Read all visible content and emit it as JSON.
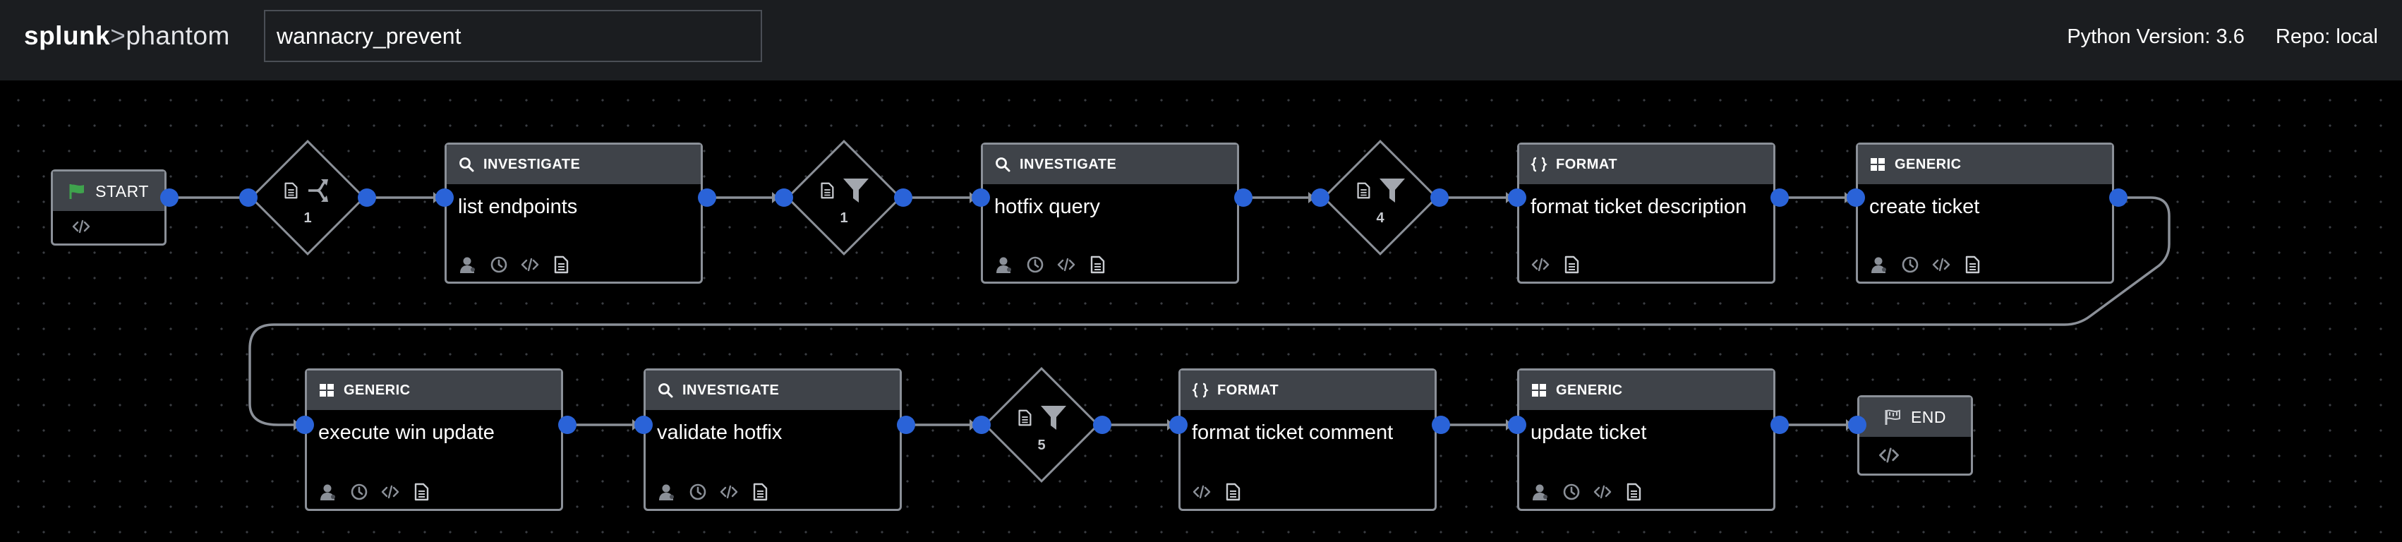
{
  "header": {
    "logo_bold": "splunk",
    "logo_sep": ">",
    "logo_light": "phantom",
    "playbook_name": "wannacry_prevent",
    "python_version": "Python Version: 3.6",
    "repo": "Repo: local"
  },
  "colors": {
    "topbar": "#1b1d20",
    "node_header": "#3f4349",
    "node_border": "#8b9098",
    "port": "#2a63d8",
    "connector": "#8b9098",
    "start_flag": "#3fa34d"
  },
  "nodes": {
    "start": {
      "label": "START"
    },
    "decision1": {
      "count": "1",
      "icon": "split-icon"
    },
    "list_endpoints": {
      "type": "INVESTIGATE",
      "title": "list endpoints"
    },
    "filter1": {
      "count": "1",
      "icon": "filter-icon"
    },
    "hotfix_query": {
      "type": "INVESTIGATE",
      "title": "hotfix query"
    },
    "filter4": {
      "count": "4",
      "icon": "filter-icon"
    },
    "format_desc": {
      "type": "FORMAT",
      "title": "format ticket description"
    },
    "create_ticket": {
      "type": "GENERIC",
      "title": "create ticket"
    },
    "execute_win_update": {
      "type": "GENERIC",
      "title": "execute win update"
    },
    "validate_hotfix": {
      "type": "INVESTIGATE",
      "title": "validate hotfix"
    },
    "filter5": {
      "count": "5",
      "icon": "filter-icon"
    },
    "format_comment": {
      "type": "FORMAT",
      "title": "format ticket comment"
    },
    "update_ticket": {
      "type": "GENERIC",
      "title": "update ticket"
    },
    "end": {
      "label": "END"
    }
  }
}
